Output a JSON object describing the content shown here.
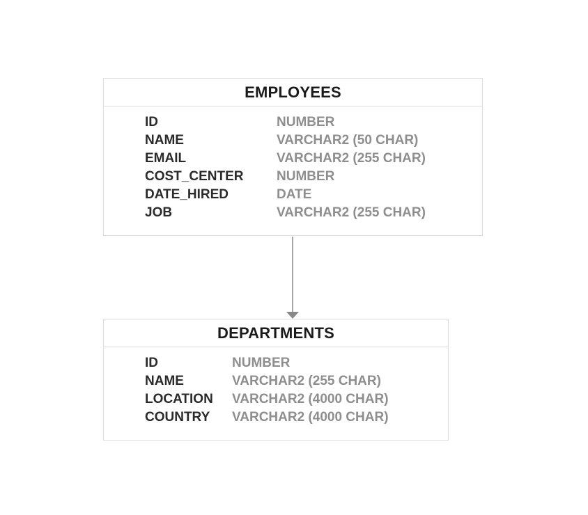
{
  "tables": [
    {
      "name": "EMPLOYEES",
      "columns": [
        {
          "name": "ID",
          "type": "NUMBER"
        },
        {
          "name": "NAME",
          "type": "VARCHAR2 (50 CHAR)"
        },
        {
          "name": "EMAIL",
          "type": "VARCHAR2 (255 CHAR)"
        },
        {
          "name": "COST_CENTER",
          "type": "NUMBER"
        },
        {
          "name": "DATE_HIRED",
          "type": "DATE"
        },
        {
          "name": "JOB",
          "type": "VARCHAR2 (255 CHAR)"
        }
      ]
    },
    {
      "name": "DEPARTMENTS",
      "columns": [
        {
          "name": "ID",
          "type": "NUMBER"
        },
        {
          "name": "NAME",
          "type": "VARCHAR2 (255 CHAR)"
        },
        {
          "name": "LOCATION",
          "type": "VARCHAR2 (4000 CHAR)"
        },
        {
          "name": "COUNTRY",
          "type": "VARCHAR2 (4000 CHAR)"
        }
      ]
    }
  ],
  "relationship": {
    "from": "EMPLOYEES",
    "to": "DEPARTMENTS"
  },
  "colors": {
    "border": "#dcdcdc",
    "column_name": "#2a2a2a",
    "column_type": "#8e8e8e",
    "connector": "#888888"
  }
}
